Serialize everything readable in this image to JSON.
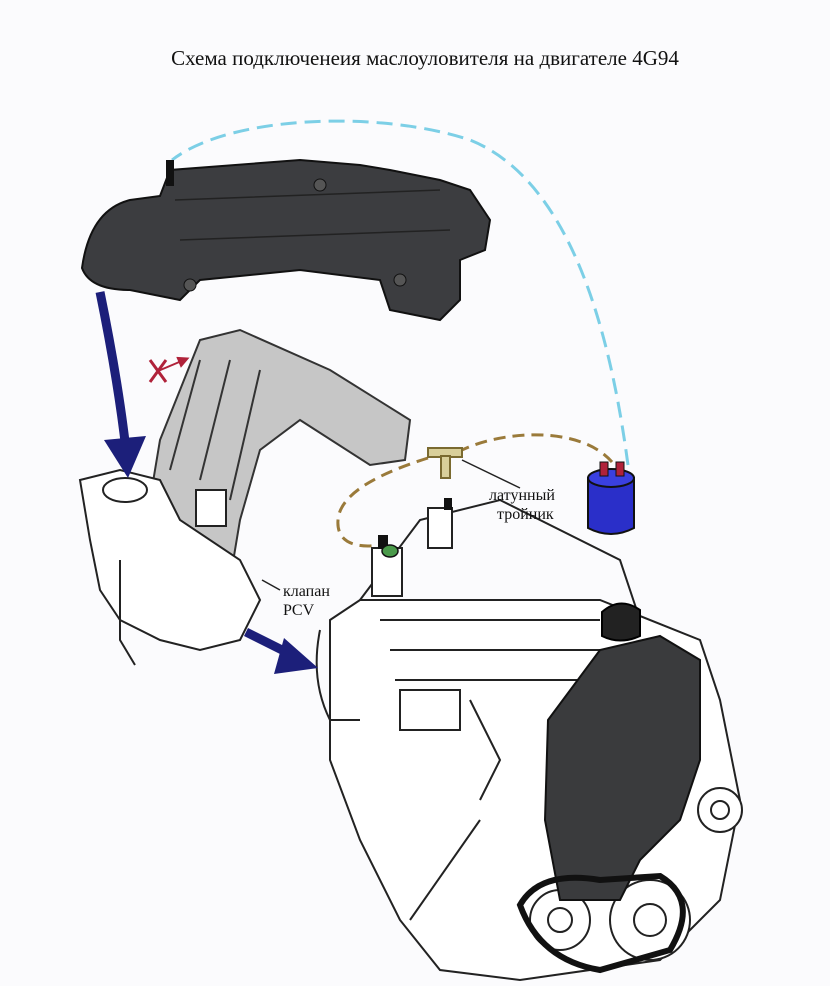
{
  "title": "Схема подключенеия маслоуловителя на двигателе 4G94",
  "labels": {
    "tee_line1": "латунный",
    "tee_line2": "тройник",
    "pcv_line1": "клапан",
    "pcv_line2": "PCV"
  },
  "colors": {
    "arrow_blue": "#1c1f7a",
    "hose_dashed_light_blue": "#7ccfe6",
    "hose_dashed_brown": "#9a7a3a",
    "catch_can": "#2a2fc9",
    "intake_cover": "#3c3d40",
    "manifold": "#c6c6c6",
    "blocked_mark": "#b0223a"
  },
  "icons": {
    "blocked_port": "x-mark-icon",
    "catch_can": "catch-can-icon",
    "tee": "brass-tee-icon"
  }
}
